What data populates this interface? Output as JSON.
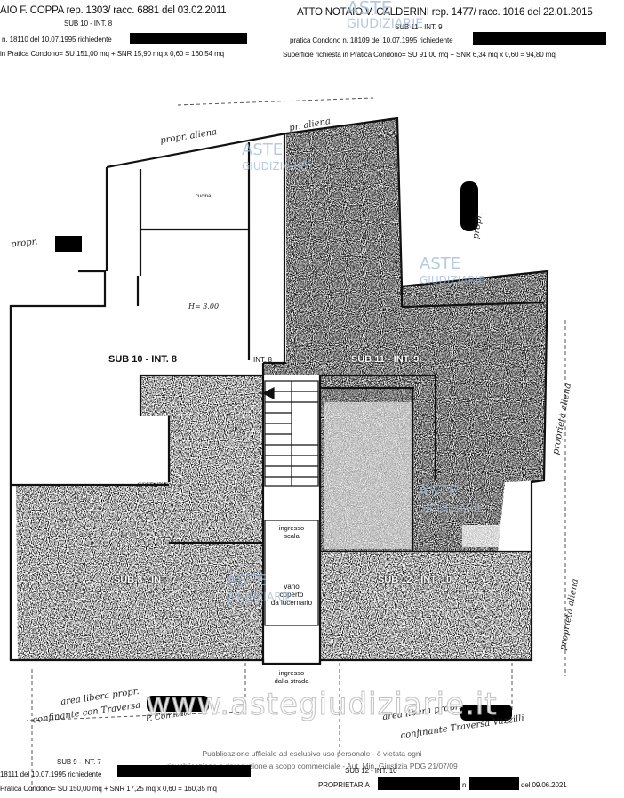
{
  "header_left": {
    "title": "AIO F. COPPA rep. 1303/ racc. 6881 del 03.02.2011",
    "sub": "SUB 10 - INT. 8",
    "line2": "n. 18110 del 10.07.1995 richiedente",
    "line3": "in Pratica Condono= SU 151,00 mq + SNR 15,90 mq x 0,60 = 160,54 mq"
  },
  "header_right": {
    "title": "ATTO NOTAIO V. CALDERINI rep. 1477/ racc. 1016 del 22.01.2015",
    "sub": "SUB 11 - INT. 9",
    "line2": "pratica Condono n. 18109 del 10.07.1995 richiedente",
    "line3": "Superficie richiesta in Pratica Condono= SU 91,00 mq + SNR 6,34 mq x 0,60 = 94,80 mq"
  },
  "rooms": {
    "sub10": "SUB 10 - INT. 8",
    "sub11": "SUB 11 - INT. 9",
    "sub8": "SUB 8 - INT. 7",
    "sub12": "SUB 12 - INT. 10",
    "int8": "INT. 8"
  },
  "plan_labels": {
    "h_left": "H= 3.00",
    "stairs_entry_1": "ingresso",
    "stairs_entry_2": "scala",
    "vano_1": "vano",
    "vano_2": "coperto",
    "vano_3": "da lucernario",
    "street_1": "ingresso",
    "street_2": "dalla strada",
    "cucina": "cucina"
  },
  "handwriting": {
    "prop_aliena_1": "propr. aliena",
    "prop_aliena_2": "pr. aliena",
    "prop_left": "propr.",
    "prop_right_1": "proprietà aliena",
    "prop_right_2": "proprietà aliena",
    "prop_right_top": "propr.",
    "area_left_1": "area libera propr.",
    "area_left_2": "confinante con Traversa",
    "area_left_3": "P. Comitato",
    "area_right_1": "area libera propr.",
    "area_right_2": "confinante Traversa Vazzilli"
  },
  "watermark": {
    "brand_top": "ASTE",
    "brand_bottom": "GIUDIZIARIE",
    "url": "www.astegiudiziarie.it"
  },
  "footer": {
    "line1": "Pubblicazione ufficiale ad esclusivo uso personale - è vietata ogni",
    "line2": "ripubblicazione o riproduzione a scopo commerciale - Aut. Min. Giustizia PDG 21/07/09"
  },
  "bottom_left": {
    "sub": "SUB 9 - INT. 7",
    "line2": "18111 del 10.07.1995 richiedente",
    "line3": "Pratica Condono= SU 150,00 mq + SNR 17,25 mq x 0,60 = 160,35 mq"
  },
  "bottom_right": {
    "sub": "SUB 12 - INT. 10",
    "line2": "PROPRIETARIA",
    "n": "n",
    "date": "del 09.06.2021"
  }
}
